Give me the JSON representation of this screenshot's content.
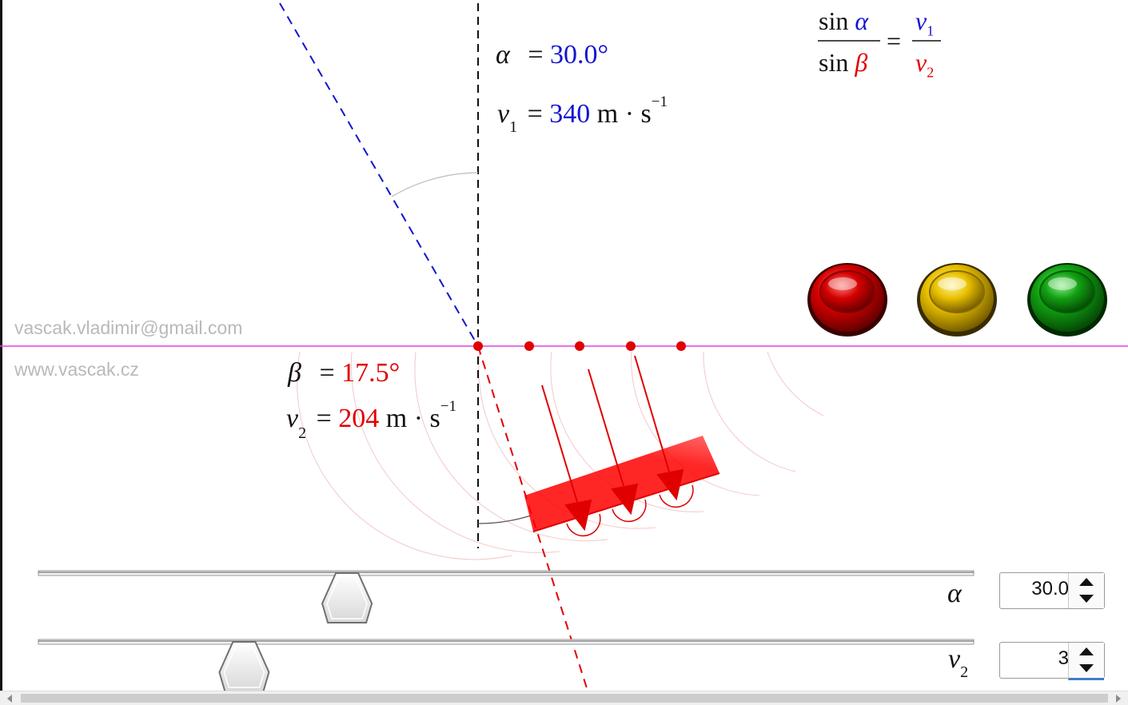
{
  "contact": {
    "email": "vascak.vladimir@gmail.com",
    "website": "www.vascak.cz"
  },
  "incident": {
    "angle_symbol": "α",
    "angle_equals": "=",
    "angle_value": "30.0°",
    "speed_symbol": "v",
    "speed_subscript": "1",
    "speed_equals": "=",
    "speed_value": "340",
    "speed_unit": "m · s",
    "speed_unit_exp": "−1"
  },
  "refracted": {
    "angle_symbol": "β",
    "angle_equals": "=",
    "angle_value": "17.5°",
    "speed_symbol": "v",
    "speed_subscript": "2",
    "speed_equals": "=",
    "speed_value": "204",
    "speed_unit": "m · s",
    "speed_unit_exp": "−1"
  },
  "formula": {
    "num_left_fn": "sin",
    "num_left_sym": "α",
    "den_left_fn": "sin",
    "den_left_sym": "β",
    "equals": "=",
    "num_right_sym": "v",
    "num_right_sub": "1",
    "den_right_sym": "v",
    "den_right_sub": "2"
  },
  "controls": {
    "alpha_label": "α",
    "alpha_value": "30.0",
    "alpha_fraction": 0.33,
    "v2_label_sym": "v",
    "v2_label_sub": "2",
    "v2_value": "3",
    "v2_fraction": 0.22
  },
  "lamps": [
    {
      "name": "red",
      "color": "#d40000"
    },
    {
      "name": "yellow",
      "color": "#e8c000"
    },
    {
      "name": "green",
      "color": "#12a012"
    }
  ],
  "colors": {
    "incident": "#1414d0",
    "refracted": "#e00000",
    "interface": "#e040e0",
    "normal": "#111111"
  }
}
